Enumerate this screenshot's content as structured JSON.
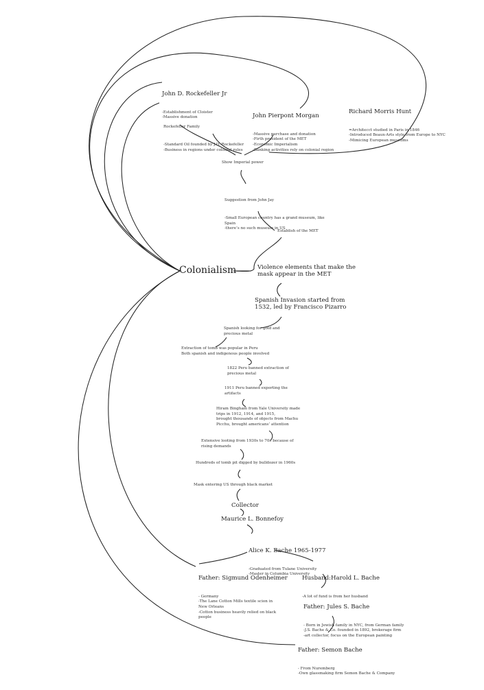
{
  "central": "Colonialism",
  "nodes": {
    "rockefeller_jr": {
      "title": "John D. Rockefeller Jr",
      "lines": "-Establishment of Cloister\n-Massive donation"
    },
    "rockefeller_family": {
      "title": "Rockefeller Family",
      "lines": "-Standard Oil founded by J.D. Rockefeller\n-Business in regions under colonial rules"
    },
    "morgan": {
      "title": "John Pierpont Morgan",
      "lines": "-Massive purchase and donation\n-Firth president of the MET\n-Economic Imperialism\n-Banking activities rely on colonial region"
    },
    "hunt": {
      "title": "Richard Morris Hunt",
      "lines": "=Architecct studied in Paris in 1846\n-Introduced Beaux-Arts style from Europe to NYC\n-Mimicing European museums"
    },
    "imperial_power": "Show Imperial power",
    "john_jay": {
      "title": "Suggestion from John Jay",
      "lines": "-Small European country has a grand museum, like\nSpain\n-there’s no such museum in US"
    },
    "establish_met": "Establish of the MET",
    "violence": "Violence elements that make the\nmask appear in the MET",
    "spanish_invasion": "Spanish Invasion started from\n1532, led by Francisco Pizarro",
    "gold": "Spanish looking for gold and\nprecious metal",
    "tomb": "Extraction of tomb was popular in Peru\nBoth spanish and indigenous people involved",
    "ban_1822": "1822 Peru banned extraction of\nprecious metal",
    "ban_1911": "1911 Peru banned exporting the\nartifacts",
    "bingham": "Hiram Bingham from Yale University made\ntrips in 1912, 1914, and 1915,\nbrought thousands of objects from Machu\nPicchu, brought americans’ attention",
    "looting": "Extensive looting from 1930s to 70s because of\nrising demands",
    "bulldozer": "Hundreds of tomb pit digged by bulldozer in 1960s",
    "black_market": "Mask entering US through black market",
    "collector": "Collector",
    "bonnefoy": "Maurice L. Bonnefoy",
    "alice": {
      "title": "Alice K. Bache 1965-1977",
      "lines": "-Graduated from Tulane University\n-Master in Columbia University"
    },
    "sigmund": {
      "title": "Father: Sigmund Odenheimer",
      "lines": "- Germany\n-The Lane Cotton Mills textile scion in\nNew Orleans\n-Cotton business heavily relied on black\npeople"
    },
    "harold": {
      "title": "Husband:Harold L. Bache",
      "lines": "-A lot of fund is from her husband"
    },
    "jules": {
      "title": "Father: Jules S. Bache",
      "lines": "- Born in Jewish family in NYC, from German family\n-J.S. Bache & Co. founded in 1892, brokerage firm\n-art collector, focus on the European painting"
    },
    "semon": {
      "title": "Father: Semon Bache",
      "lines": "- From Nuremberg\n-Own glassmaking firm Semon Bache & Company"
    }
  }
}
